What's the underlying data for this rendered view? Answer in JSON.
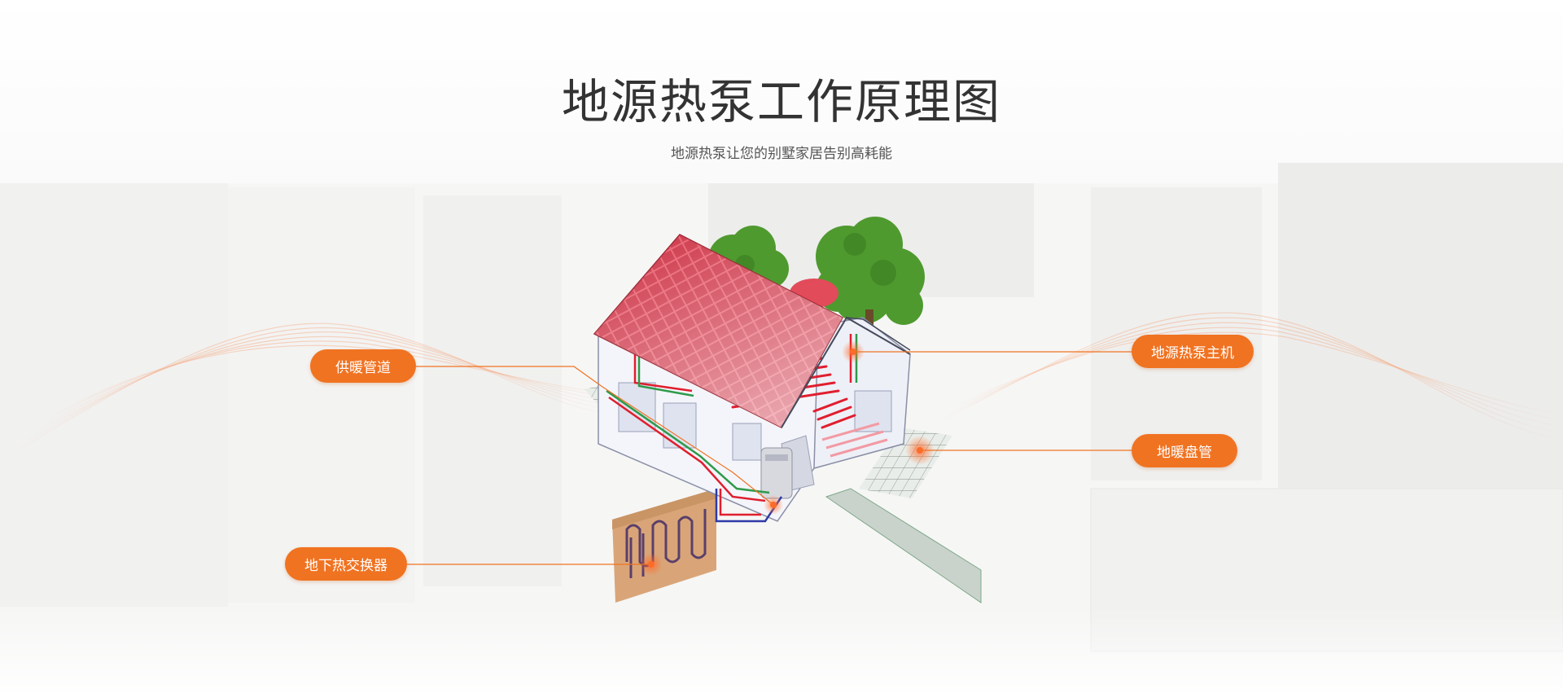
{
  "header": {
    "title": "地源热泵工作原理图",
    "subtitle": "地源热泵让您的别墅家居告别高耗能"
  },
  "labels": {
    "supply_pipe": "供暖管道",
    "heat_pump_unit": "地源热泵主机",
    "floor_heating_coil": "地暖盘管",
    "ground_heat_exchanger": "地下热交换器"
  },
  "colors": {
    "accent": "#f07322",
    "title": "#333333",
    "subtitle": "#555555",
    "roof": "#c8283c",
    "pipe_hot": "#e01e2e",
    "pipe_cold": "#2f3aa8",
    "pipe_green": "#2e9a4a",
    "soil": "#d9a578",
    "tree": "#4f9a2e"
  }
}
